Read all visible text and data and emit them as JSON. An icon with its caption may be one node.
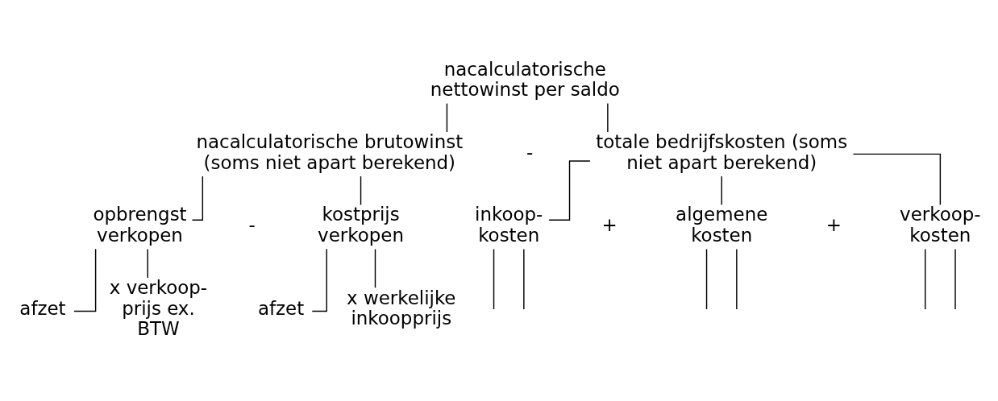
{
  "diagram": {
    "nodes": [
      {
        "text": [
          "nacalculatorische nettowinst per saldo"
        ]
      },
      {
        "text": [
          "nacalculatorische brutowinst (soms niet apart berekend)"
        ]
      },
      {
        "text": [
          "totale bedrijfskosten (soms niet apart berekend)"
        ]
      },
      {
        "text": [
          "opbrengst verkopen"
        ]
      },
      {
        "text": [
          "kostprijs verkopen"
        ]
      },
      {
        "text": [
          "afzet"
        ]
      },
      {
        "text": [
          "x verkoop- prijs ex. BTW"
        ]
      },
      {
        "text": [
          "afzet"
        ]
      },
      {
        "text": [
          "x werkelijke inkoopprijs"
        ]
      },
      {
        "text": [
          "inkoop- kosten"
        ]
      },
      {
        "text": [
          "algemene kosten"
        ]
      },
      {
        "text": [
          "verkoop- kosten"
        ]
      }
    ],
    "edges": [
      {
        "from": 0,
        "to": 1,
        "arrow": "none"
      },
      {
        "from": 0,
        "to": 2,
        "arrow": "none"
      },
      {
        "from": 1,
        "to": 3,
        "arrow": "none"
      },
      {
        "from": 1,
        "to": 4,
        "arrow": "none"
      },
      {
        "from": 3,
        "to": 5,
        "arrow": "none"
      },
      {
        "from": 3,
        "to": 6,
        "arrow": "none"
      },
      {
        "from": 4,
        "to": 7,
        "arrow": "none"
      },
      {
        "from": 4,
        "to": 8,
        "arrow": "none"
      },
      {
        "from": 2,
        "to": 9,
        "arrow": "none"
      },
      {
        "from": 2,
        "to": 10,
        "arrow": "none"
      },
      {
        "from": 2,
        "to": 11,
        "arrow": "none"
      },
      {
        "from": 9,
        "to": null,
        "arrow": "none"
      },
      {
        "from": 9,
        "to": null,
        "arrow": "none"
      },
      {
        "from": 10,
        "to": null,
        "arrow": "none"
      },
      {
        "from": 10,
        "to": null,
        "arrow": "none"
      },
      {
        "from": 11,
        "to": null,
        "arrow": "none"
      },
      {
        "from": 11,
        "to": null,
        "arrow": "none"
      }
    ],
    "labels": [
      "-",
      "-",
      "+",
      "+"
    ]
  }
}
